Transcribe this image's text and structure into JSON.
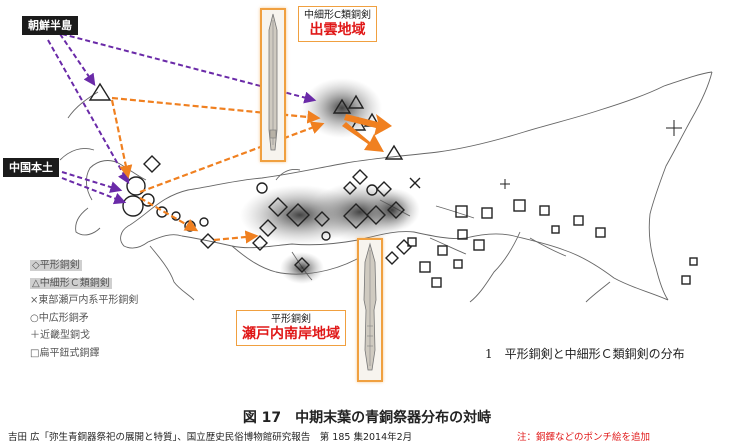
{
  "labels": {
    "korea": "朝鮮半島",
    "china": "中国本土"
  },
  "regions": {
    "izumo": {
      "sub": "中細形C類銅剣",
      "main": "出雲地域"
    },
    "setouchi": {
      "sub": "平形銅剣",
      "main": "瀬戸内南岸地域"
    }
  },
  "legend": [
    {
      "text": "◇平形銅剣",
      "highlight": true
    },
    {
      "text": "△中細形Ｃ類銅剣",
      "highlight": true
    },
    {
      "text": "×東部瀬戸内系平形銅剣",
      "highlight": false
    },
    {
      "text": "○中広形銅矛",
      "highlight": false
    },
    {
      "text": "＋近畿型銅戈",
      "highlight": false
    },
    {
      "text": "□扁平鈕式銅鐸",
      "highlight": false
    }
  ],
  "map_title": "1　平形銅剣と中細形Ｃ類銅剣の分布",
  "figure_title": "図 17　中期末葉の青銅祭器分布の対峙",
  "source": "吉田 広「弥生青銅器祭祀の展開と特質」、国立歴史民俗博物館研究報告　第 185 集2014年2月",
  "note": "注：銅鐸などのポンチ絵を追加",
  "colors": {
    "arrow_purple": "#6a2aa8",
    "arrow_orange": "#f08020",
    "red_text": "#e01818",
    "frame_orange": "#f0a040"
  }
}
